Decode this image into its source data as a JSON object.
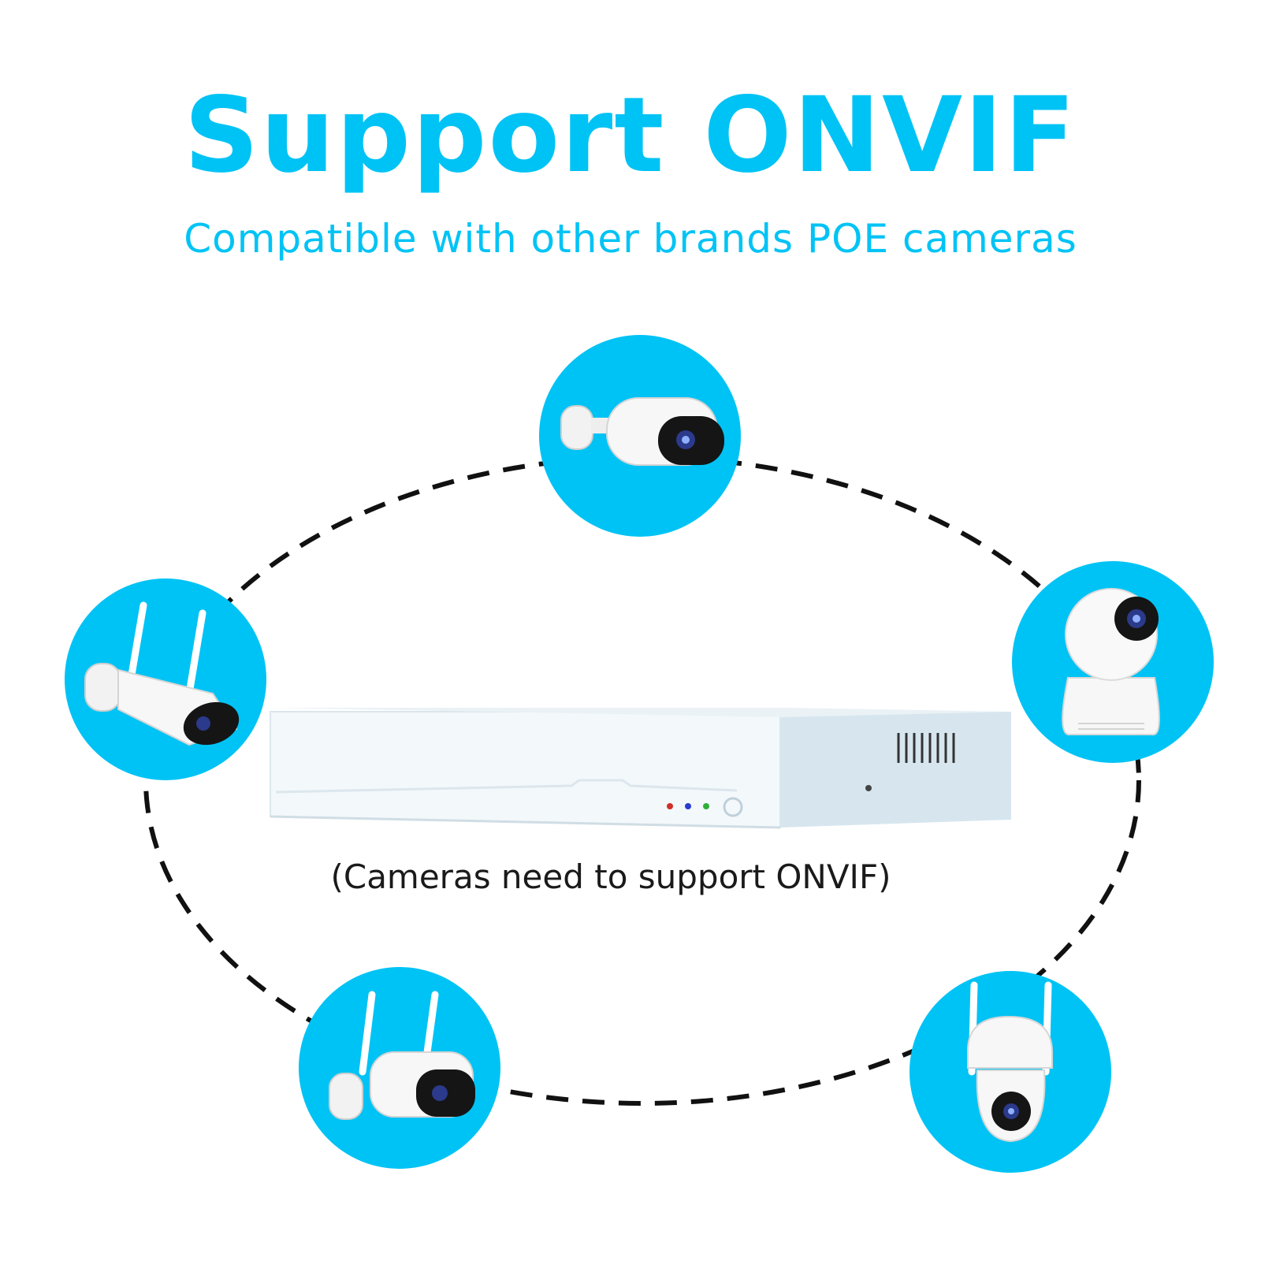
{
  "headline": {
    "title": "Support ONVIF",
    "subtitle": "Compatible with other brands POE cameras"
  },
  "note": "(Cameras need to support ONVIF)",
  "colors": {
    "accent": "#00C3F5",
    "text_dark": "#1a1a1a",
    "dash_ring": "#111111",
    "device_white": "#f3f8fb",
    "device_side": "#d7e6ee"
  },
  "devices": {
    "recorder": "nvr-recorder-icon",
    "cameras": [
      "bullet-camera-icon",
      "wifi-bullet-camera-icon",
      "dome-camera-icon",
      "wifi-bullet-camera-icon",
      "wifi-ptz-camera-icon"
    ]
  }
}
